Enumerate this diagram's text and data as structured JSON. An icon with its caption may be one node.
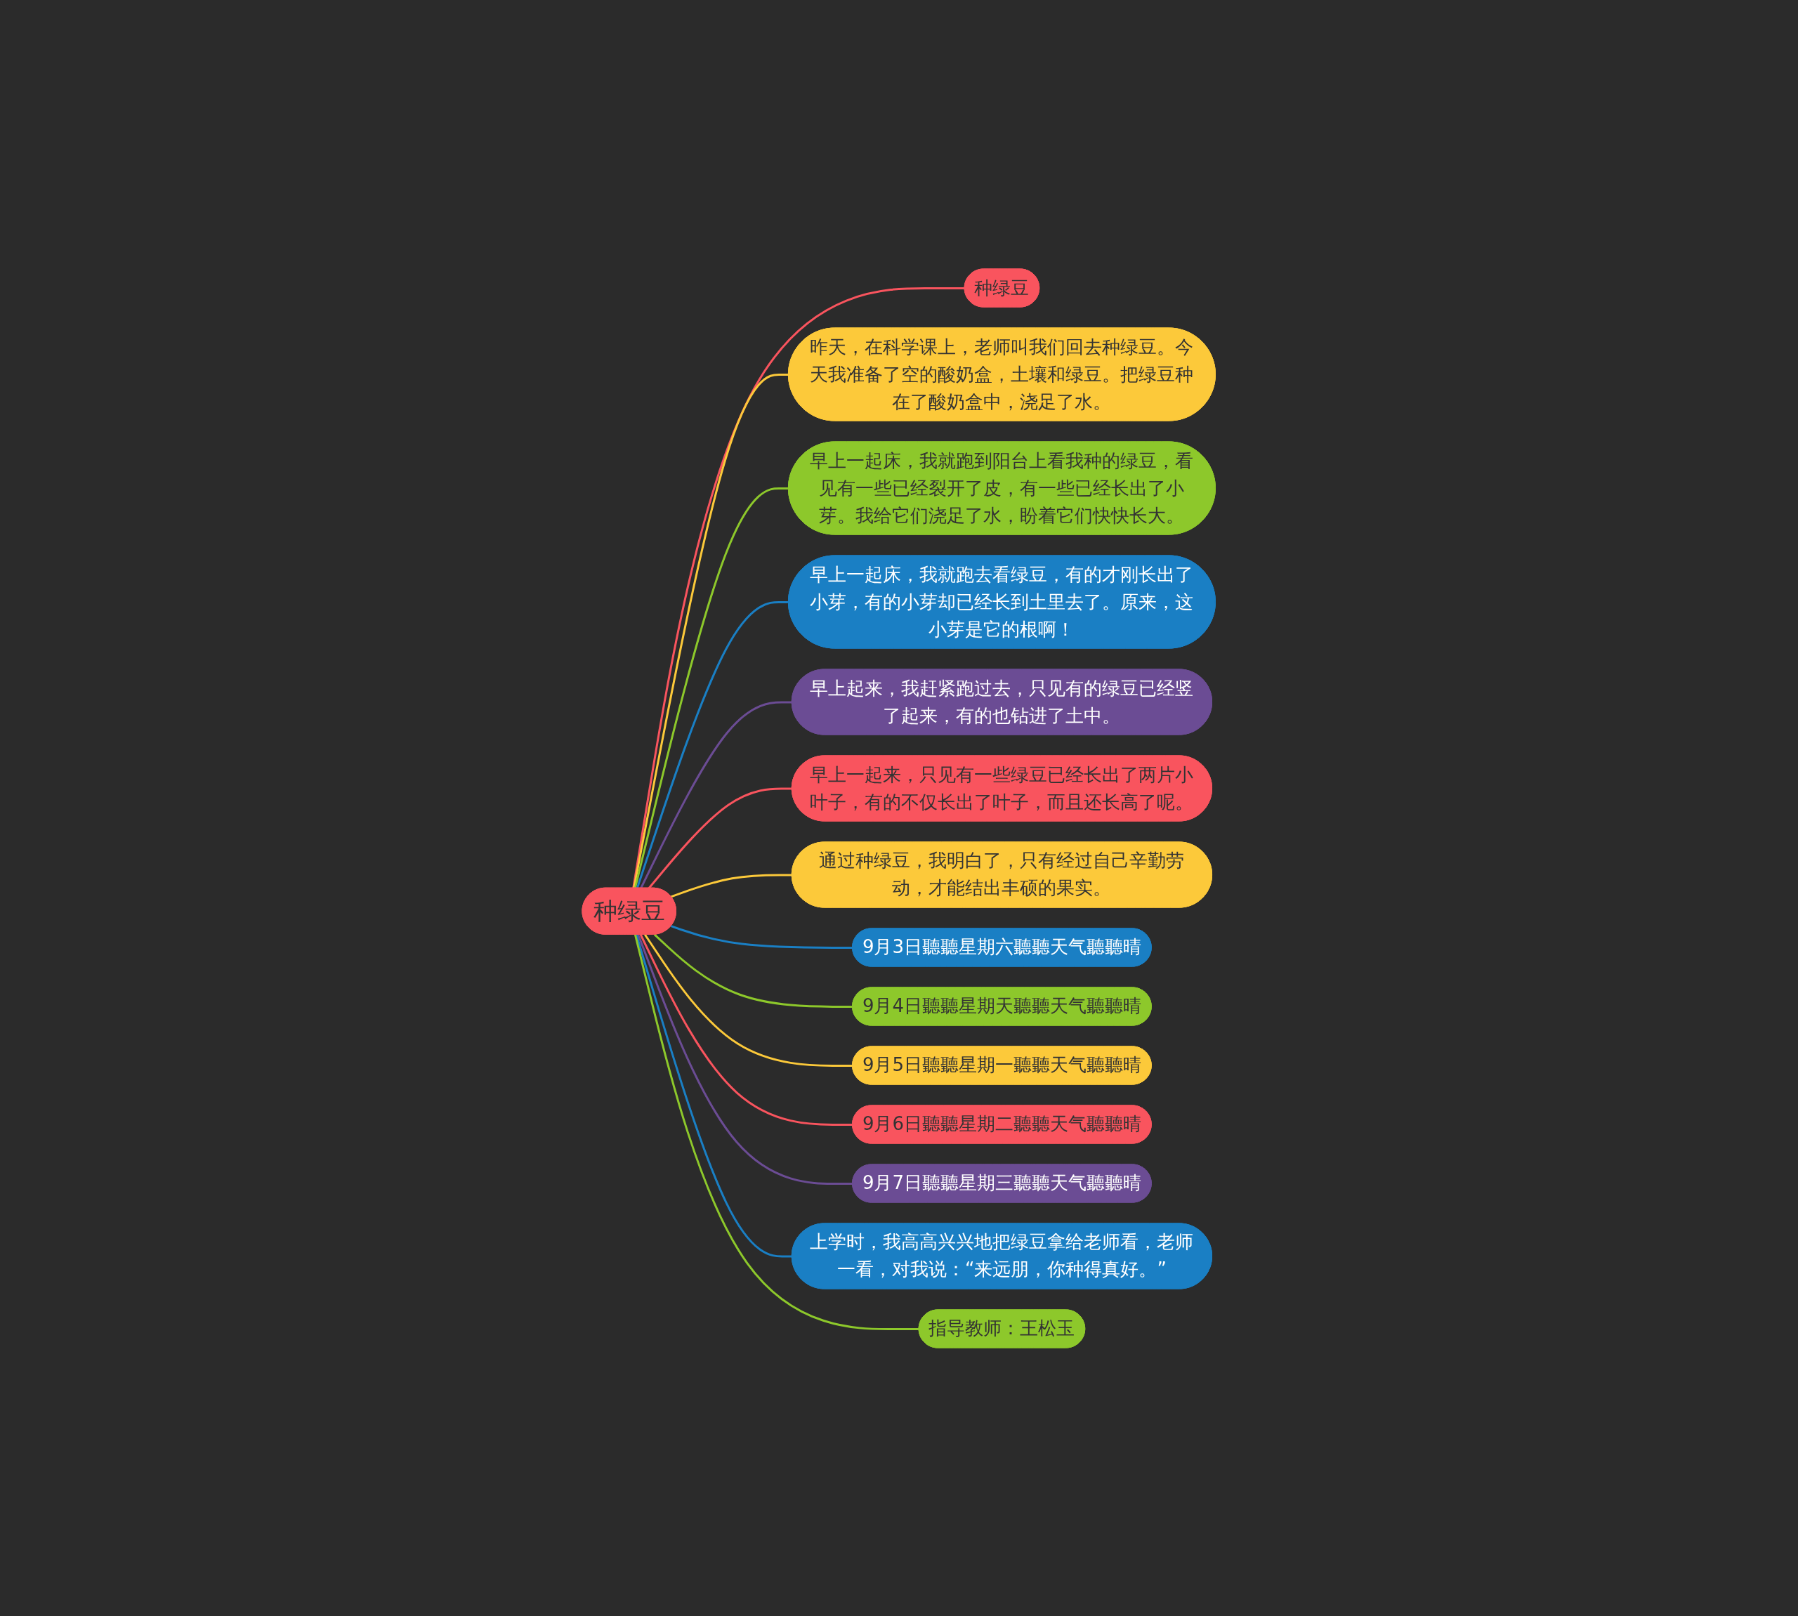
{
  "diagram": {
    "nodes": [
      {
        "text": [
          "种绿豆"
        ]
      },
      {
        "text": [
          "种绿豆"
        ]
      },
      {
        "text": [
          "昨天，在科学课上，老师叫我们回去种绿豆。今天我准备了空的酸奶盒，土壤和绿豆。把绿豆种在了酸奶盒中，浇足了水。"
        ]
      },
      {
        "text": [
          "早上一起床，我就跑到阳台上看我种的绿豆，看见有一些已经裂开了皮，有一些已经长出了小芽。我给它们浇足了水，盼着它们快快长大。"
        ]
      },
      {
        "text": [
          "早上一起床，我就跑去看绿豆，有的才刚长出了小芽，有的小芽却已经长到土里去了。原来，这小芽是它的根啊！"
        ]
      },
      {
        "text": [
          "早上起来，我赶紧跑过去，只见有的绿豆已经竖了起来，有的也钻进了土中。"
        ]
      },
      {
        "text": [
          "早上一起来，只见有一些绿豆已经长出了两片小叶子，有的不仅长出了叶子，而且还长高了呢。"
        ]
      },
      {
        "text": [
          "通过种绿豆，我明白了，只有经过自己辛勤劳动，才能结出丰硕的果实。"
        ]
      },
      {
        "text": [
          "9月3日聽聽星期六聽聽天气聽聽晴"
        ]
      },
      {
        "text": [
          "9月4日聽聽星期天聽聽天气聽聽晴"
        ]
      },
      {
        "text": [
          "9月5日聽聽星期一聽聽天气聽聽晴"
        ]
      },
      {
        "text": [
          "9月6日聽聽星期二聽聽天气聽聽晴"
        ]
      },
      {
        "text": [
          "9月7日聽聽星期三聽聽天气聽聽晴"
        ]
      },
      {
        "text": [
          "上学时，我高高兴兴地把绿豆拿给老师看，老师一看，对我说：“来远朋，你种得真好。”"
        ]
      },
      {
        "text": [
          "指导教师：王松玉"
        ]
      }
    ],
    "edges": [
      {
        "from": 0,
        "to": 1,
        "arrow": "none",
        "color": "#f9545e"
      },
      {
        "from": 0,
        "to": 2,
        "arrow": "none",
        "color": "#fcc93a"
      },
      {
        "from": 0,
        "to": 3,
        "arrow": "none",
        "color": "#8dc82b"
      },
      {
        "from": 0,
        "to": 4,
        "arrow": "none",
        "color": "#1a7fc4"
      },
      {
        "from": 0,
        "to": 5,
        "arrow": "none",
        "color": "#6b4c94"
      },
      {
        "from": 0,
        "to": 6,
        "arrow": "none",
        "color": "#f9545e"
      },
      {
        "from": 0,
        "to": 7,
        "arrow": "none",
        "color": "#fcc93a"
      },
      {
        "from": 0,
        "to": 8,
        "arrow": "none",
        "color": "#1a7fc4"
      },
      {
        "from": 0,
        "to": 9,
        "arrow": "none",
        "color": "#8dc82b"
      },
      {
        "from": 0,
        "to": 10,
        "arrow": "none",
        "color": "#fcc93a"
      },
      {
        "from": 0,
        "to": 11,
        "arrow": "none",
        "color": "#f9545e"
      },
      {
        "from": 0,
        "to": 12,
        "arrow": "none",
        "color": "#6b4c94"
      },
      {
        "from": 0,
        "to": 13,
        "arrow": "none",
        "color": "#1a7fc4"
      },
      {
        "from": 0,
        "to": 14,
        "arrow": "none",
        "color": "#8dc82b"
      }
    ]
  }
}
